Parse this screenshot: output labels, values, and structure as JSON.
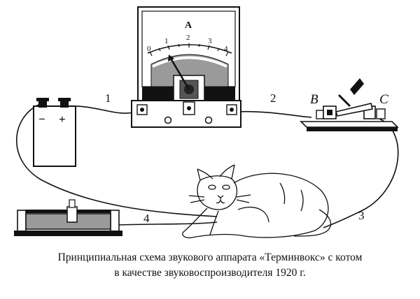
{
  "diagram": {
    "ammeter": {
      "letter": "A",
      "scale": [
        "0",
        "1",
        "2",
        "3",
        "4"
      ]
    },
    "battery": {
      "minus": "−",
      "plus": "+"
    },
    "switch": {
      "left_terminal": "B",
      "right_terminal": "C"
    },
    "wire_labels": [
      "1",
      "2",
      "3",
      "4"
    ]
  },
  "caption": {
    "line1": "Принципиальная схема звукового аппарата «Терминвокс» с котом",
    "line2": "в качестве звуковоспроизводителя 1920 г."
  },
  "colors": {
    "ink": "#111111",
    "paper": "#ffffff",
    "gray": "#9a9a9a",
    "dark_gray": "#555555"
  }
}
